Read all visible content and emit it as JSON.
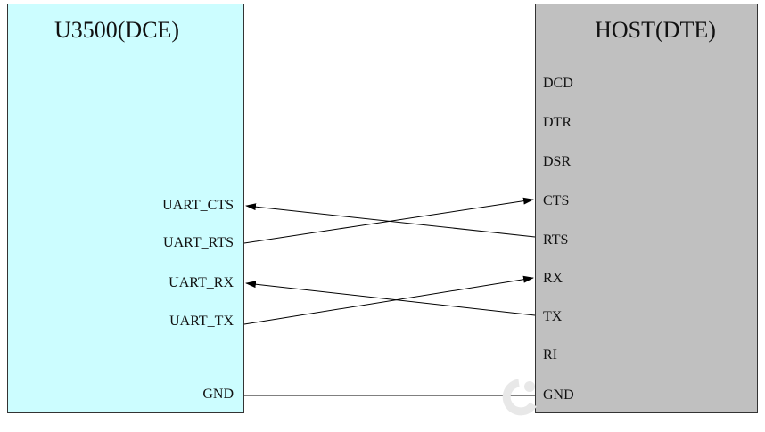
{
  "dce": {
    "title": "U3500(DCE)"
  },
  "dte": {
    "title": "HOST(DTE)"
  },
  "dce_pins": [
    "UART_CTS",
    "UART_RTS",
    "UART_RX",
    "UART_TX",
    "GND"
  ],
  "dte_pins": [
    "DCD",
    "DTR",
    "DSR",
    "CTS",
    "RTS",
    "RX",
    "TX",
    "RI",
    "GND"
  ],
  "connections": [
    {
      "from": "HOST RTS",
      "to": "UART_CTS",
      "arrow": "left"
    },
    {
      "from": "UART_RTS",
      "to": "HOST CTS",
      "arrow": "right"
    },
    {
      "from": "HOST TX",
      "to": "UART_RX",
      "arrow": "left"
    },
    {
      "from": "UART_TX",
      "to": "HOST RX",
      "arrow": "right"
    },
    {
      "from": "GND",
      "to": "GND",
      "arrow": "none"
    }
  ],
  "colors": {
    "dce_fill": "#ccfdff",
    "dte_fill": "#c0c0c0",
    "wire": "#000000"
  }
}
